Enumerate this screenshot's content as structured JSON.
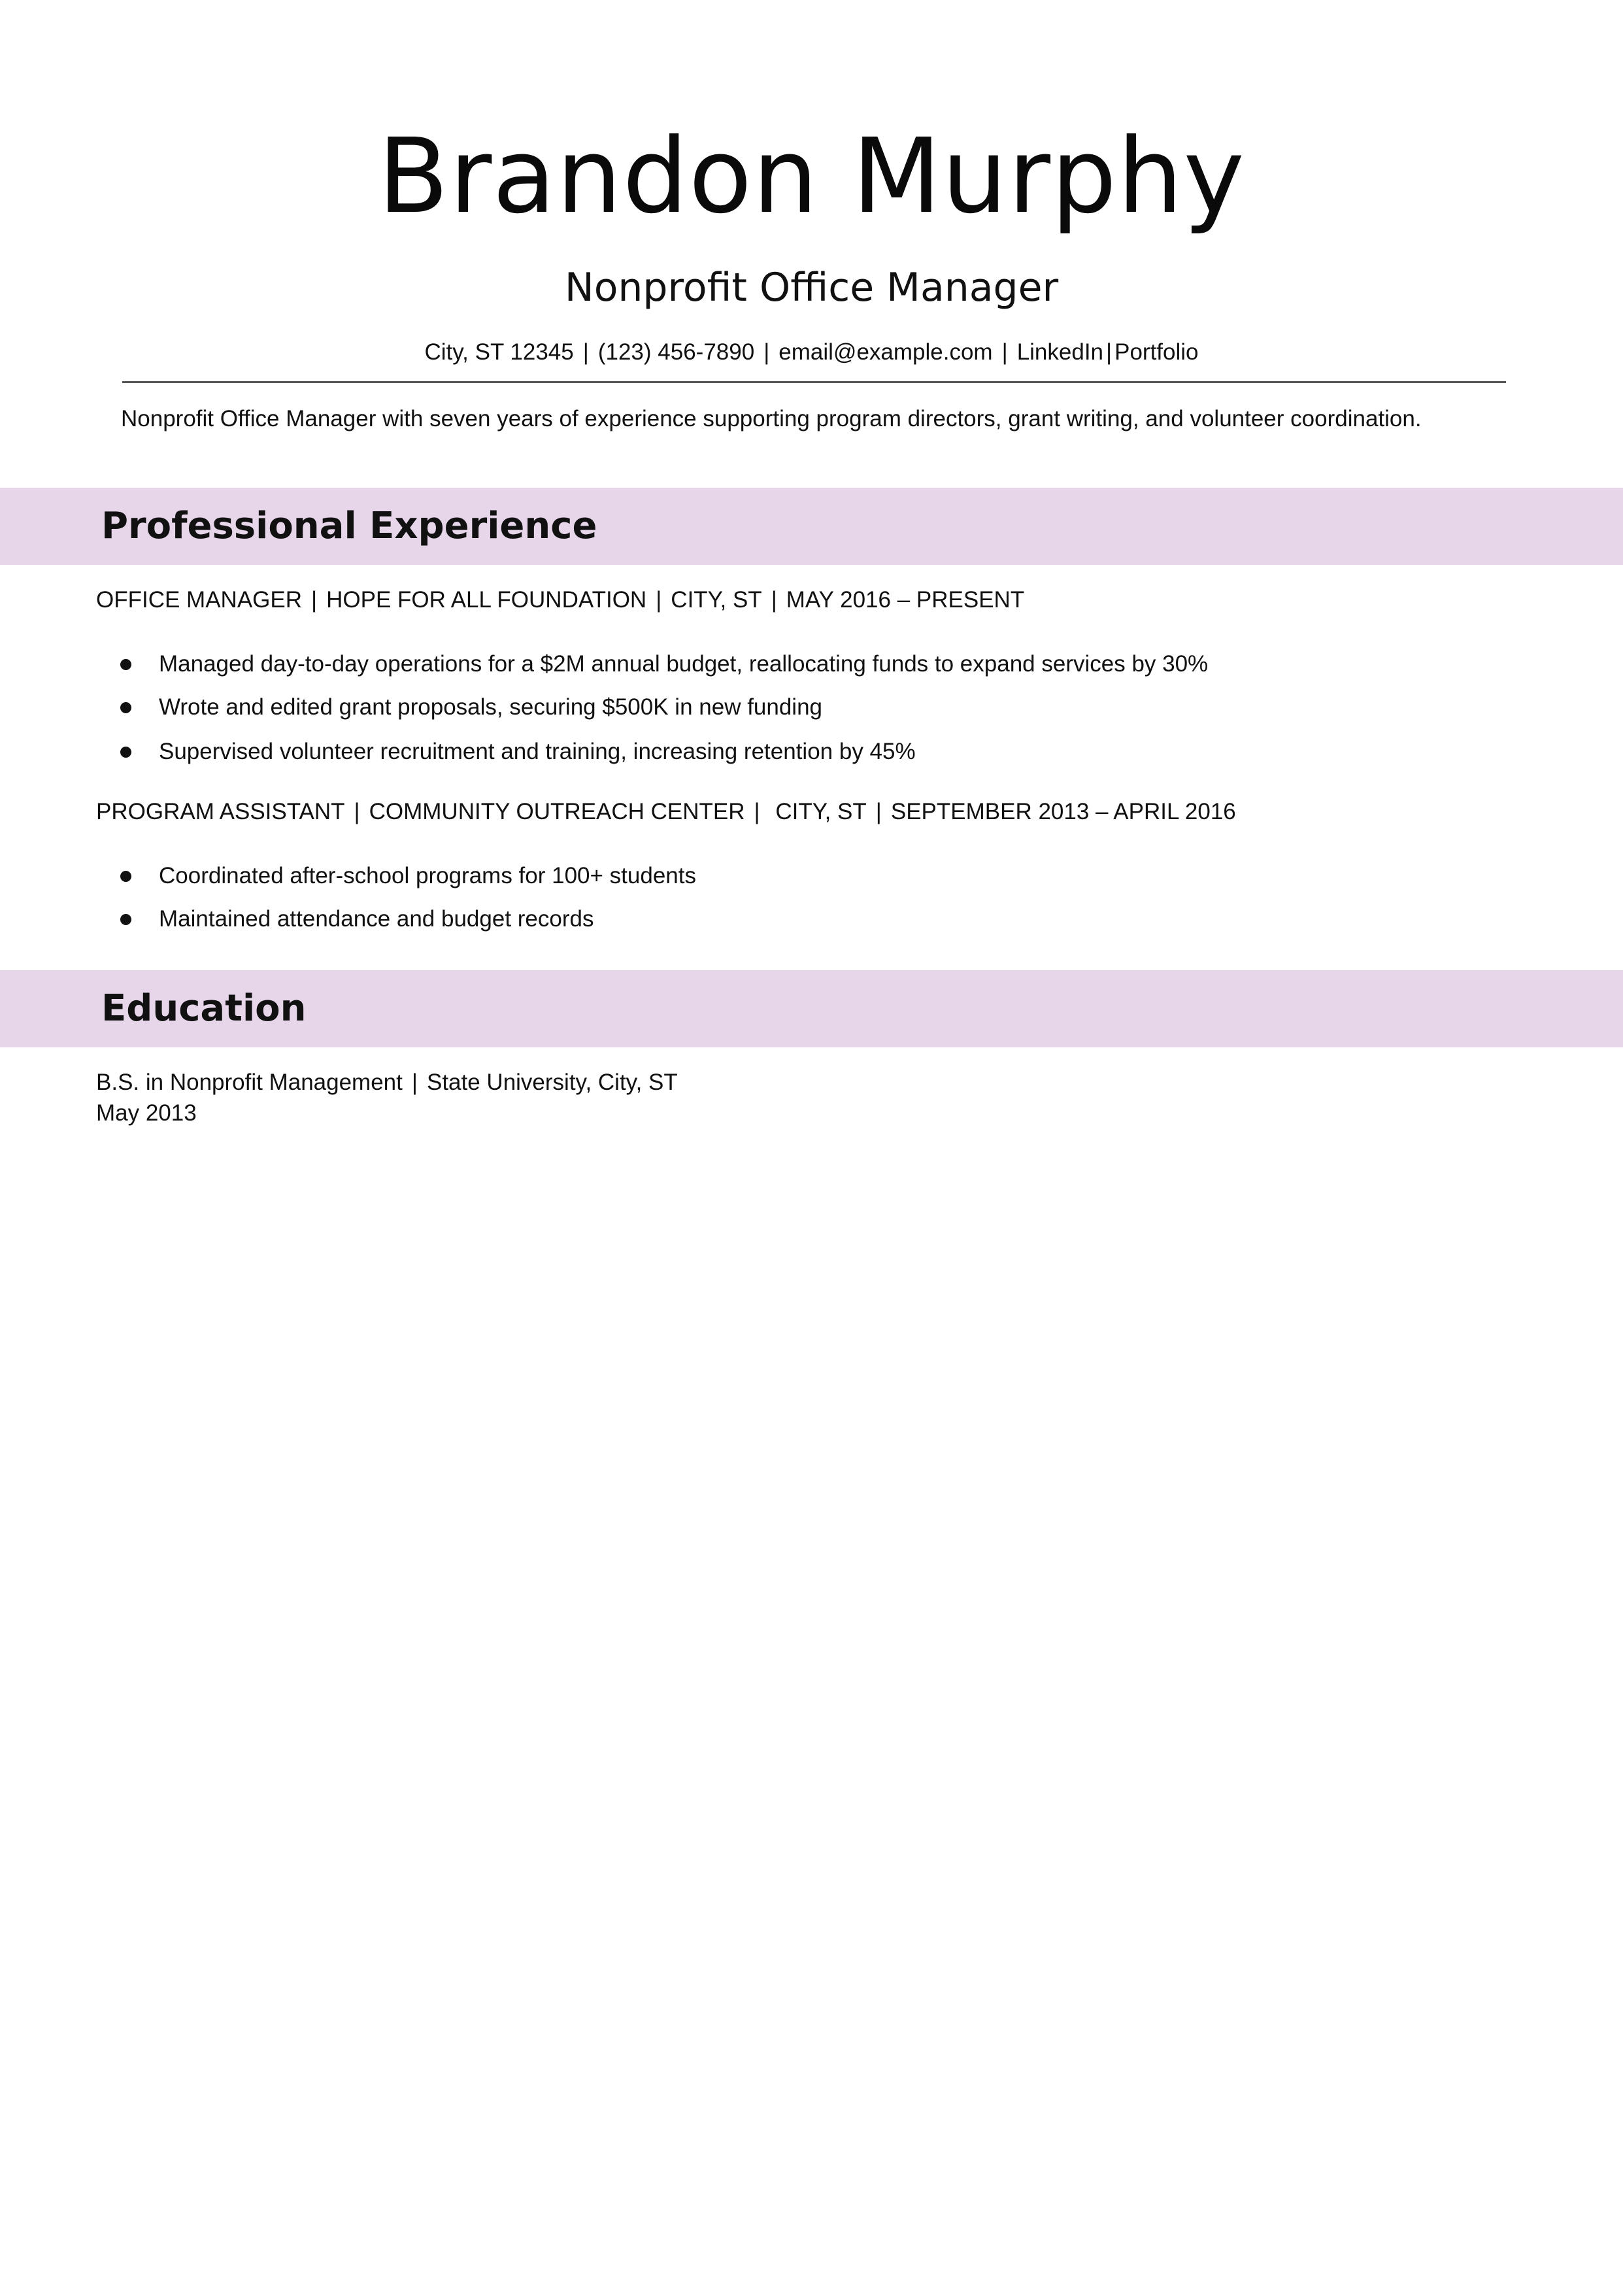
{
  "header": {
    "name": "Brandon Murphy",
    "title": "Nonprofit Office Manager",
    "contact": {
      "address": "City, ST 12345",
      "phone": "(123) 456-7890",
      "email": "email@example.com",
      "linkedin": "LinkedIn",
      "portfolio": "Portfolio",
      "separator": "|"
    }
  },
  "summary": "Nonprofit Office Manager with seven years of experience supporting program directors, grant writing, and volunteer coordination.",
  "experience": {
    "heading": "Professional Experience",
    "jobs": [
      {
        "role": "OFFICE MANAGER",
        "organization": "HOPE FOR ALL FOUNDATION",
        "location": "CITY, ST",
        "dates": "MAY 2016 – PRESENT",
        "bullets": [
          "Managed day-to-day operations for a $2M annual budget, reallocating funds to expand services by 30%",
          "Wrote and edited grant proposals, securing $500K in new funding",
          "Supervised volunteer recruitment and training, increasing retention by 45%"
        ]
      },
      {
        "role": "PROGRAM ASSISTANT",
        "organization": "COMMUNITY OUTREACH CENTER",
        "location": "CITY, ST",
        "dates": "SEPTEMBER 2013 – APRIL 2016",
        "bullets": [
          "Coordinated after-school programs for 100+ students",
          "Maintained attendance and budget records"
        ]
      }
    ]
  },
  "education": {
    "heading": "Education",
    "degree": "B.S. in Nonprofit Management",
    "school": "State University, City, ST",
    "date": "May 2013"
  },
  "colors": {
    "section_band": "#e7d6ea",
    "text": "#111111",
    "rule": "#555555"
  }
}
